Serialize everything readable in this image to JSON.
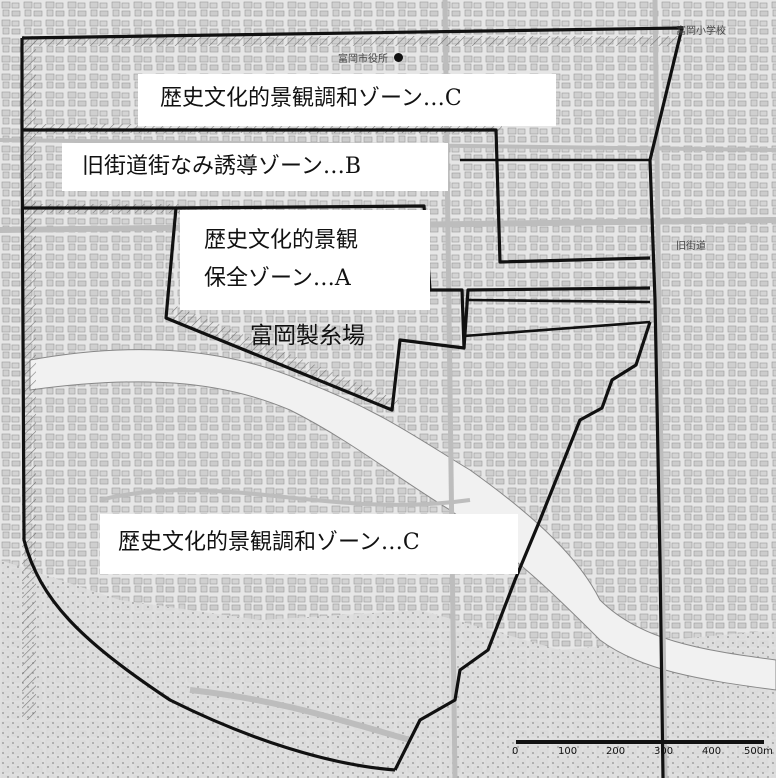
{
  "zones": {
    "c_top": "歴史文化的景観調和ゾーン…C",
    "b": "旧街道街なみ誘導ゾーン…B",
    "a_line1": "歴史文化的景観",
    "a_line2": "保全ゾーン…A",
    "c_bottom": "歴史文化的景観調和ゾーン…C"
  },
  "landmarks": {
    "silk_mill": "富岡製糸場",
    "city_hall": "富岡市役所",
    "old_road": "旧街道",
    "school": "富岡小学校"
  },
  "scale": {
    "ticks": [
      "0",
      "100",
      "200",
      "300",
      "400",
      "500m"
    ]
  }
}
